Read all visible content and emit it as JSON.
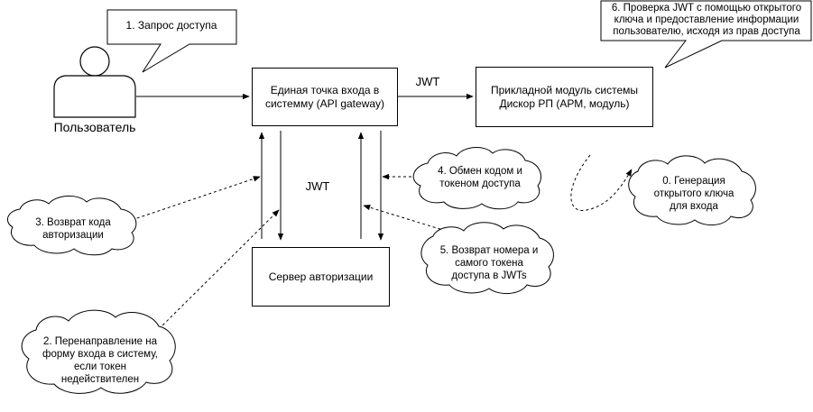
{
  "diagram": {
    "actor": {
      "label": "Пользователь"
    },
    "boxes": {
      "gateway": [
        "Единая точка входа в",
        "системму (API gateway)"
      ],
      "app_module": [
        "Прикладной модуль системы",
        "Дискор РП (АРМ, модуль)"
      ],
      "auth_server": [
        "Сервер авторизации"
      ]
    },
    "callouts": {
      "access_request": "1. Запрос доступа",
      "jwt_check": [
        "6. Проверка JWT с помощью открытого",
        "ключа и предоставление информации",
        "пользователю, исходя из прав доступа"
      ]
    },
    "clouds": {
      "code_token_exchange": [
        "4. Обмен кодом и",
        "токеном доступа"
      ],
      "key_generation": [
        "0. Генерация",
        "открытого ключа",
        "для входа"
      ],
      "auth_code_return": [
        "3. Возврат кода",
        "авторизации"
      ],
      "token_return": [
        "5. Возврат номера и",
        "самого токена",
        "доступа в JWTs"
      ],
      "redirect": [
        "2. Перенаправление на",
        "форму входа в систему,",
        "если токен",
        "недействителен"
      ]
    },
    "edge_labels": {
      "gateway_to_app": "JWT",
      "gateway_auth_vertical": "JWT"
    },
    "colors": {
      "stroke": "#000000",
      "fill": "#ffffff"
    }
  }
}
